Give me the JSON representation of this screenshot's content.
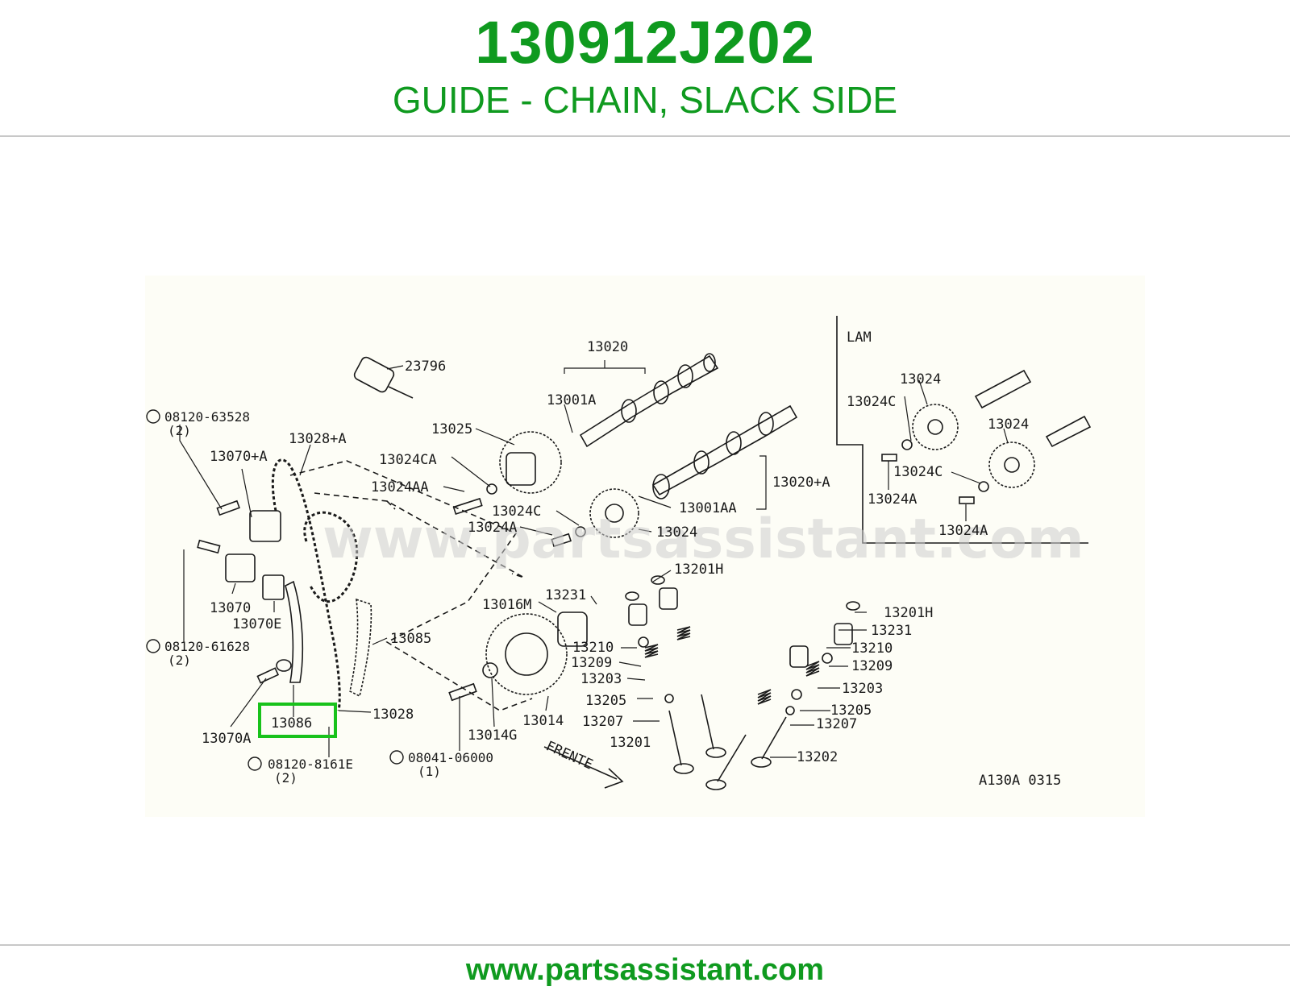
{
  "header": {
    "part_number": "130912J202",
    "part_name": "GUIDE - CHAIN, SLACK SIDE"
  },
  "footer": {
    "site": "www.partsassistant.com"
  },
  "colors": {
    "brand_green": "#0f9a1f",
    "highlight_green": "#18c21b",
    "rule_gray": "#c8c8c8"
  },
  "diagram": {
    "watermark": "www.partsassistant.com",
    "inset_title": "LAM",
    "code": "A130A 0315",
    "direction": "FRENTE",
    "highlighted_label": "13086",
    "labels": {
      "l23796": "23796",
      "l13020": "13020",
      "l13001A": "13001A",
      "l13025": "13025",
      "l13024CA": "13024CA",
      "l13024AA": "13024AA",
      "l13024C": "13024C",
      "l13024A": "13024A",
      "l13024": "13024",
      "l13020A": "13020+A",
      "l13001AA": "13001AA",
      "lb1": "08120-63528",
      "lb1q": "(2)",
      "l13028A": "13028+A",
      "l13070A_top": "13070+A",
      "l13070": "13070",
      "l13070E": "13070E",
      "lb2": "08120-61628",
      "lb2q": "(2)",
      "l13085": "13085",
      "l13028": "13028",
      "l13070A": "13070A",
      "lb3": "08120-8161E",
      "lb3q": "(2)",
      "lb4": "08041-06000",
      "lb4q": "(1)",
      "l13016M": "13016M",
      "l13231": "13231",
      "l13201H": "13201H",
      "l13210": "13210",
      "l13209": "13209",
      "l13203": "13203",
      "l13205": "13205",
      "l13207": "13207",
      "l13201": "13201",
      "l13014": "13014",
      "l13014G": "13014G",
      "r13201H": "13201H",
      "r13231": "13231",
      "r13210": "13210",
      "r13209": "13209",
      "r13203": "13203",
      "r13205": "13205",
      "r13207": "13207",
      "l13202": "13202",
      "i13024a": "13024",
      "i13024C_a": "13024C",
      "i13024b": "13024",
      "i13024C_b": "13024C",
      "i13024A_a": "13024A",
      "i13024A_b": "13024A"
    }
  }
}
